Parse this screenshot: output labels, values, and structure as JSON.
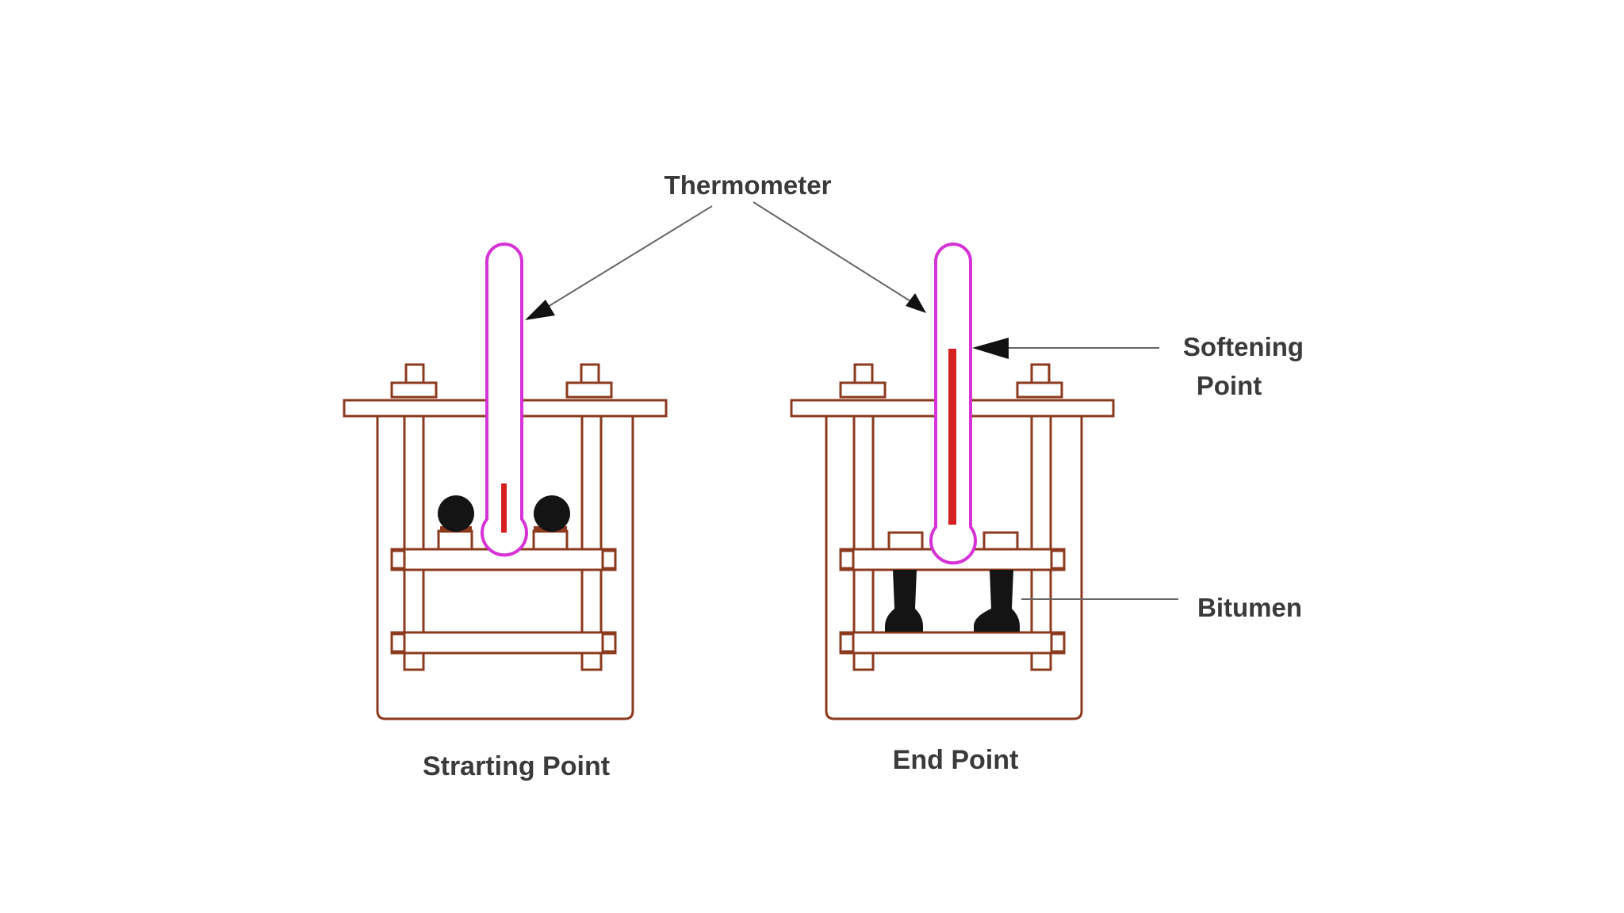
{
  "labels": {
    "thermometer": "Thermometer",
    "softening_line1": "Softening",
    "softening_line2": "Point",
    "bitumen": "Bitumen",
    "starting_point": "Strarting Point",
    "end_point": "End Point"
  },
  "colors": {
    "frame": "#8b3a1e",
    "thermometer_tube": "#d633d6",
    "mercury": "#d42020",
    "bitumen": "#141414",
    "label_text": "#3a3a3a",
    "leader_line": "#666666"
  },
  "icons": {
    "ring_and_ball_apparatus": "ring-and-ball-apparatus",
    "thermometer": "thermometer",
    "steel_ball": "steel-ball"
  }
}
